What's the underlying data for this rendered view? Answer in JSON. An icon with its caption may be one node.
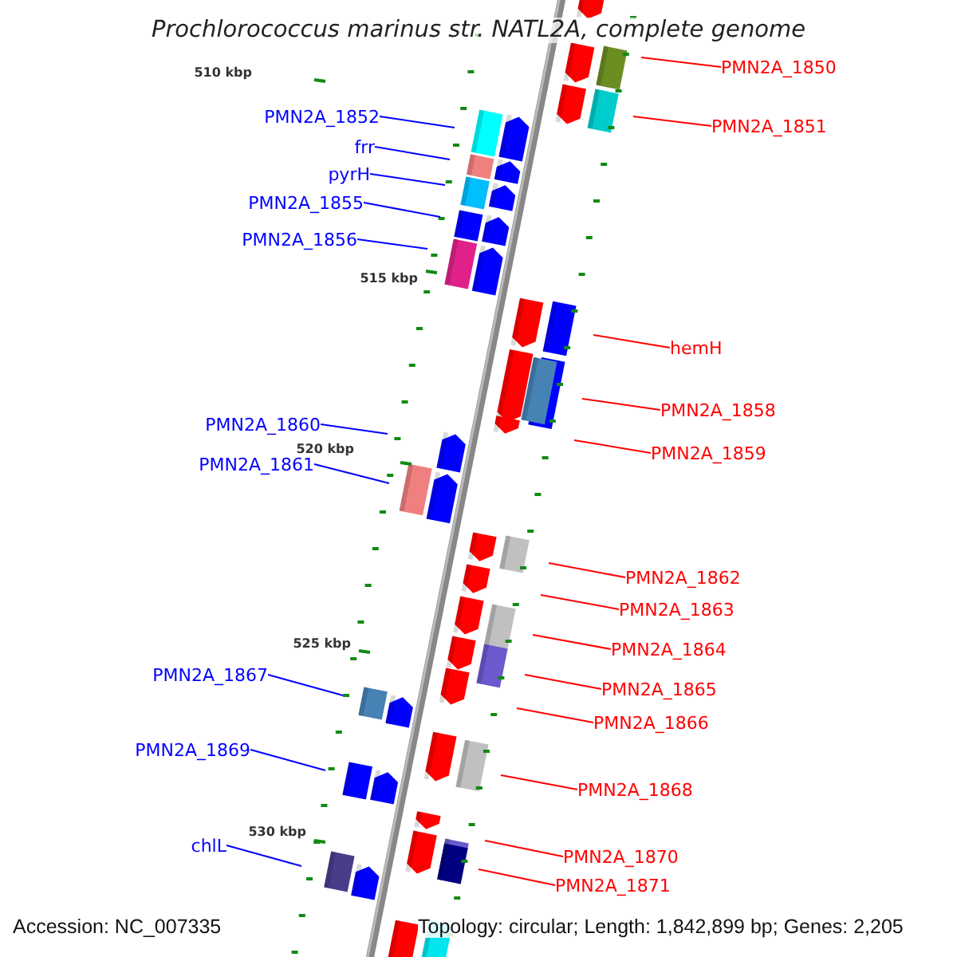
{
  "diagram": {
    "title": "Prochlorococcus marinus str. NATL2A, complete genome",
    "nodes": [
      {
        "text": [
          "PMN2A_1850"
        ]
      },
      {
        "text": [
          "PMN2A_1852"
        ]
      },
      {
        "text": [
          "PMN2A_1851"
        ]
      },
      {
        "text": [
          "frr"
        ]
      },
      {
        "text": [
          "pyrH"
        ]
      },
      {
        "text": [
          "PMN2A_1855"
        ]
      },
      {
        "text": [
          "PMN2A_1856"
        ]
      },
      {
        "text": [
          "hemH"
        ]
      },
      {
        "text": [
          "PMN2A_1858"
        ]
      },
      {
        "text": [
          "PMN2A_1860"
        ]
      },
      {
        "text": [
          "PMN2A_1859"
        ]
      },
      {
        "text": [
          "PMN2A_1861"
        ]
      },
      {
        "text": [
          "PMN2A_1862"
        ]
      },
      {
        "text": [
          "PMN2A_1863"
        ]
      },
      {
        "text": [
          "PMN2A_1864"
        ]
      },
      {
        "text": [
          "PMN2A_1867"
        ]
      },
      {
        "text": [
          "PMN2A_1865"
        ]
      },
      {
        "text": [
          "PMN2A_1866"
        ]
      },
      {
        "text": [
          "PMN2A_1869"
        ]
      },
      {
        "text": [
          "PMN2A_1868"
        ]
      },
      {
        "text": [
          "chlL"
        ]
      },
      {
        "text": [
          "PMN2A_1870"
        ]
      },
      {
        "text": [
          "PMN2A_1871"
        ]
      }
    ],
    "edges": [
      {
        "from": 0,
        "to": null,
        "arrow": "none"
      },
      {
        "from": 1,
        "to": null,
        "arrow": "none",
        "color": "#0000ff"
      },
      {
        "from": 2,
        "to": null,
        "arrow": "none"
      },
      {
        "from": 3,
        "to": null,
        "arrow": "none",
        "color": "#0000ff"
      },
      {
        "from": 4,
        "to": null,
        "arrow": "none",
        "color": "#0000ff"
      },
      {
        "from": 5,
        "to": null,
        "arrow": "none",
        "color": "#0000ff"
      },
      {
        "from": 6,
        "to": null,
        "arrow": "none",
        "color": "#0000ff"
      },
      {
        "from": 7,
        "to": null,
        "arrow": "none"
      },
      {
        "from": 8,
        "to": null,
        "arrow": "none"
      },
      {
        "from": 9,
        "to": null,
        "arrow": "none",
        "color": "#0000ff"
      },
      {
        "from": 10,
        "to": null,
        "arrow": "none"
      },
      {
        "from": 11,
        "to": null,
        "arrow": "none",
        "color": "#0000ff"
      },
      {
        "from": 12,
        "to": null,
        "arrow": "none"
      },
      {
        "from": 13,
        "to": null,
        "arrow": "none"
      },
      {
        "from": 14,
        "to": null,
        "arrow": "none"
      },
      {
        "from": 15,
        "to": null,
        "arrow": "none",
        "color": "#0000ff"
      },
      {
        "from": 16,
        "to": null,
        "arrow": "none"
      },
      {
        "from": 17,
        "to": null,
        "arrow": "none"
      },
      {
        "from": 18,
        "to": null,
        "arrow": "none",
        "color": "#0000ff"
      },
      {
        "from": 19,
        "to": null,
        "arrow": "none"
      },
      {
        "from": 20,
        "to": null,
        "arrow": "none",
        "color": "#0000ff"
      },
      {
        "from": 21,
        "to": null,
        "arrow": "none"
      },
      {
        "from": 22,
        "to": null,
        "arrow": "none"
      }
    ],
    "labels": [
      "510 kbp",
      "515 kbp",
      "520 kbp",
      "525 kbp",
      "530 kbp",
      "Accession: NC_007335",
      "Topology: circular; Length: 1,842,899 bp; Genes: 2,205"
    ]
  }
}
